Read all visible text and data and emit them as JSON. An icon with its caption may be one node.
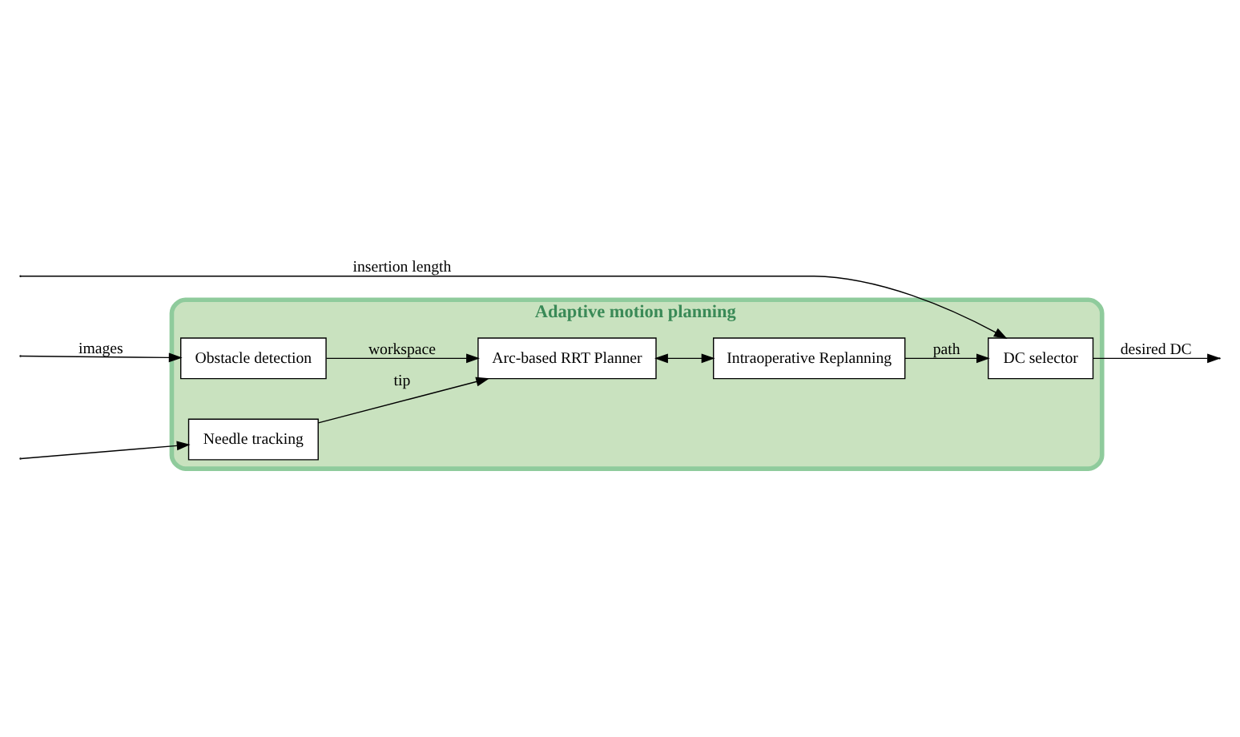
{
  "diagram": {
    "nodes": [
      {
        "text": [
          "Adaptive motion planning"
        ]
      },
      {
        "text": [
          "Obstacle detection"
        ],
        "in": 0
      },
      {
        "text": [
          "Needle tracking"
        ],
        "in": 0
      },
      {
        "text": [
          "Arc-based RRT Planner"
        ],
        "in": 0
      },
      {
        "text": [
          "Intraoperative Replanning"
        ],
        "in": 0
      },
      {
        "text": [
          "DC selector"
        ],
        "in": 0
      }
    ],
    "edges": [
      {
        "from": null,
        "to": 1,
        "arrow": "to",
        "label": "images"
      },
      {
        "from": null,
        "to": 2,
        "arrow": "to"
      },
      {
        "from": 1,
        "to": 3,
        "arrow": "to",
        "label": "workspace"
      },
      {
        "from": 2,
        "to": 3,
        "arrow": "to",
        "label": "tip"
      },
      {
        "from": 3,
        "to": 4,
        "arrow": "both"
      },
      {
        "from": 4,
        "to": 5,
        "arrow": "to",
        "label": "path"
      },
      {
        "from": null,
        "to": 5,
        "arrow": "to",
        "label": "insertion length"
      },
      {
        "from": 5,
        "to": null,
        "arrow": "to",
        "label": "desired DC"
      }
    ]
  }
}
